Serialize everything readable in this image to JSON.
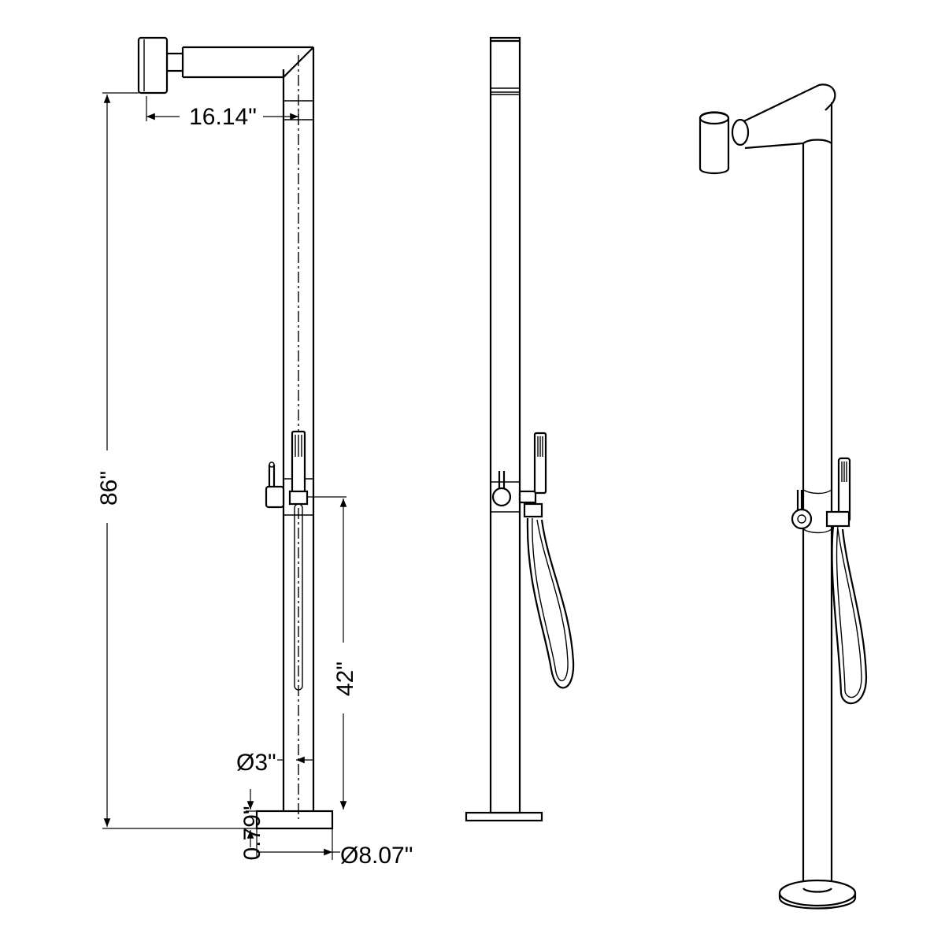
{
  "drawing": {
    "views": [
      "front-view",
      "side-view",
      "perspective-view"
    ],
    "stroke_color": "#000000",
    "background_color": "#ffffff"
  },
  "dimensions": {
    "arm_reach": "16.14\"",
    "total_height": "86\"",
    "mixer_height": "42\"",
    "column_diameter": "Ø3\"",
    "base_thickness": "0.79\"",
    "base_diameter": "Ø8.07\""
  }
}
